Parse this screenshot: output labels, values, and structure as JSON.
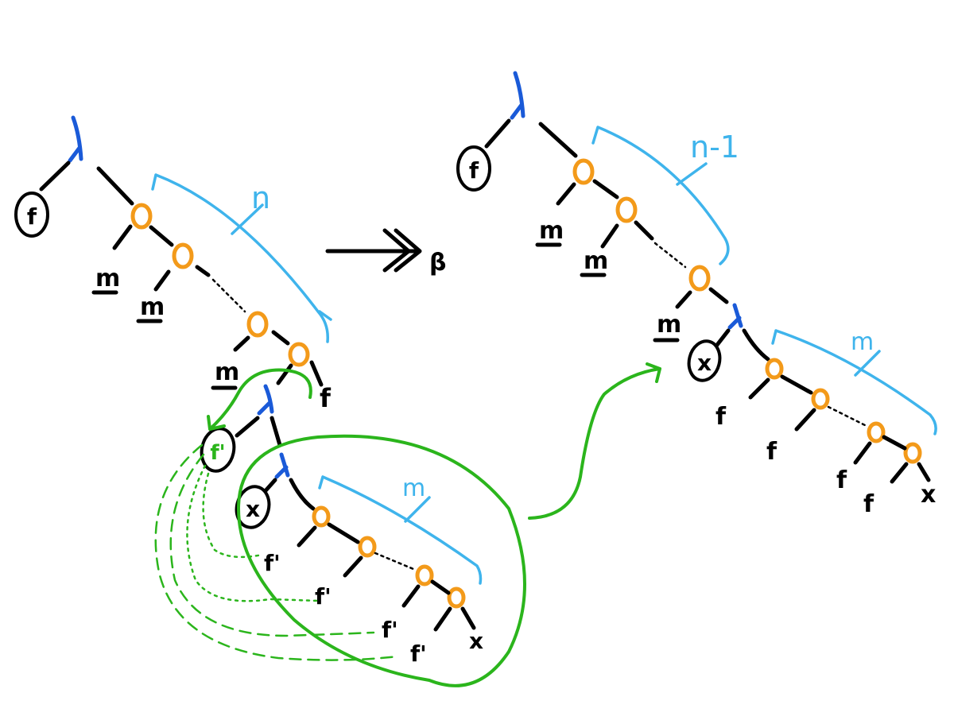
{
  "left": {
    "f": "f",
    "m1": "m",
    "m2": "m",
    "m3": "m",
    "f_arg": "f",
    "f_prime_circle": "f'",
    "x_circle": "x",
    "brace_n": "n",
    "brace_m": "m",
    "leaves": [
      "f'",
      "f'",
      "f'",
      "f'"
    ],
    "x_leaf": "x"
  },
  "arrow_label": "β",
  "right": {
    "f": "f",
    "m1": "m",
    "m2": "m",
    "m3": "m",
    "x_circle": "x",
    "brace_n_minus_1": "n-1",
    "brace_m": "m",
    "leaves": [
      "f",
      "f",
      "f",
      "f"
    ],
    "x_leaf": "x"
  },
  "colors": {
    "lambda": "#1a5ad8",
    "application": "#f39a1a",
    "brace": "#3fb4ec",
    "substitution": "#2bb51c",
    "ink": "#000000"
  }
}
